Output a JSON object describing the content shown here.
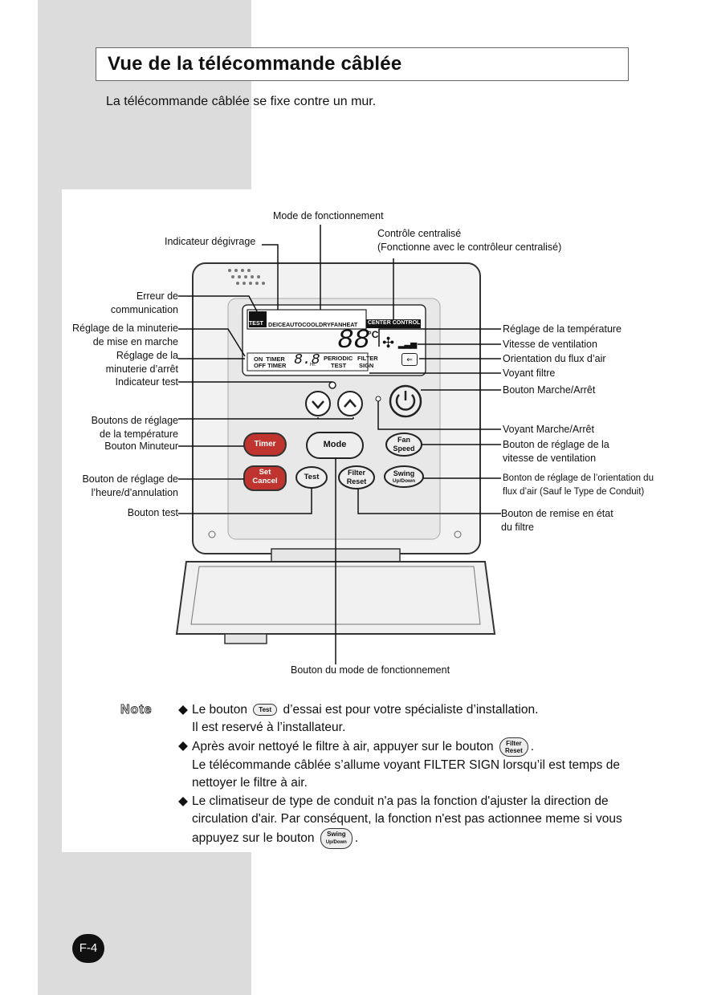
{
  "page": {
    "title": "Vue de la télécommande câblée",
    "subtitle": "La télécommande câblée se fixe contre un mur.",
    "page_number": "F-4"
  },
  "labels_top": {
    "mode": "Mode de fonctionnement",
    "defrost": "Indicateur dégivrage",
    "central": "Contrôle centralisé\n(Fonctionne avec le contrôleur centralisé)"
  },
  "labels_left": {
    "comm_error": "Erreur de\ncommunication",
    "on_timer": "Réglage de la minuterie\nde mise en marche",
    "off_timer": "Réglage de la\nminuterie d’arrêt",
    "test_indicator": "Indicateur test",
    "temp_buttons": "Boutons de réglage\nde la température",
    "timer_button": "Bouton Minuteur",
    "set_cancel": "Bouton de réglage de\nl’heure/d’annulation",
    "test_button": "Bouton test"
  },
  "labels_right": {
    "temp_setting": "Réglage de la température",
    "fan_speed": "Vitesse de ventilation",
    "air_flow": "Orientation du flux d’air",
    "filter_lamp": "Voyant filtre",
    "on_off_button": "Bouton Marche/Arrêt",
    "on_off_lamp": "Voyant Marche/Arrêt",
    "fan_speed_button": "Bouton de réglage de la\nvitesse de ventilation",
    "swing_button": "Bonton de réglage de l’orientation du\nflux d’air (Sauf le Type de Conduit)",
    "filter_reset_button": "Bouton de remise en état\ndu filtre"
  },
  "label_bottom": "Bouton du mode de fonctionnement",
  "display": {
    "test": "TEST",
    "modes": [
      "DEICE",
      "AUTO",
      "COOL",
      "DRY",
      "FAN",
      "HEAT"
    ],
    "center_control": "CENTER CONTROL",
    "temp_digits": "88",
    "temp_unit": "°C",
    "on_timer": "ON  TIMER",
    "off_timer": "OFF TIMER",
    "timer_digits": "8.8",
    "timer_unit": "Hr.",
    "periodic": "PERIODIC",
    "periodic_test": "TEST",
    "filter": "FILTER",
    "filter_sign": "SIGN"
  },
  "buttons": {
    "timer": "Timer",
    "set": "Set",
    "cancel": "Cancel",
    "mode": "Mode",
    "test": "Test",
    "filter": "Filter",
    "reset": "Reset",
    "fan": "Fan",
    "speed": "Speed",
    "swing": "Swing",
    "updown": "Up/Down"
  },
  "note": {
    "title": "Note",
    "item1_a": "Le bouton",
    "item1_btn": "Test",
    "item1_b": "d’essai est pour votre spécialiste d’installation.",
    "item1_c": "Il est reservé à l’installateur.",
    "item2_a": "Après avoir nettoyé le filtre à air, appuyer sur le bouton",
    "item2_btn1": "Filter",
    "item2_btn2": "Reset",
    "item2_b": ".",
    "item2_c": "Le télécommande câblée s’allume voyant FILTER SIGN lorsqu’il est temps de nettoyer le filtre à air.",
    "item3_a": "Le climatiseur de type de conduit n'a pas la fonction d'ajuster la direction de circulation d'air. Par conséquent, la fonction n'est pas actionnee meme si vous appuyez sur le bouton",
    "item3_btn1": "Swing",
    "item3_btn2": "Up/Down",
    "item3_b": "."
  }
}
